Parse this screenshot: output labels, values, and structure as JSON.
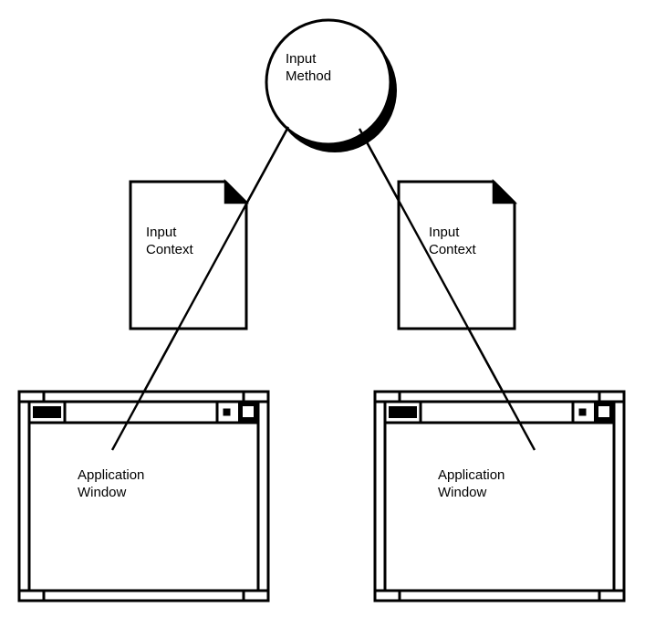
{
  "diagram": {
    "title": "Input Method / Input Context / Application Window relationship",
    "colors": {
      "stroke": "#000000",
      "fill": "#ffffff",
      "shadow": "#000000",
      "background": "#ffffff"
    },
    "nodes": {
      "input_method": {
        "label_line1": "Input",
        "label_line2": "Method",
        "shape": "circle-with-shadow"
      },
      "input_context_left": {
        "label_line1": "Input",
        "label_line2": "Context",
        "shape": "document-folded-corner"
      },
      "input_context_right": {
        "label_line1": "Input",
        "label_line2": "Context",
        "shape": "document-folded-corner"
      },
      "application_window_left": {
        "label_line1": "Application",
        "label_line2": "Window",
        "shape": "window-frame"
      },
      "application_window_right": {
        "label_line1": "Application",
        "label_line2": "Window",
        "shape": "window-frame"
      }
    },
    "connectors": [
      {
        "name": "input-method-to-left-application-window",
        "from": "input_method",
        "to": "application_window_left"
      },
      {
        "name": "input-method-to-right-application-window",
        "from": "input_method",
        "to": "application_window_right"
      }
    ],
    "window_controls": {
      "minimize": "minimize-button",
      "menu": "window-menu-button",
      "maximize": "maximize-button"
    }
  }
}
